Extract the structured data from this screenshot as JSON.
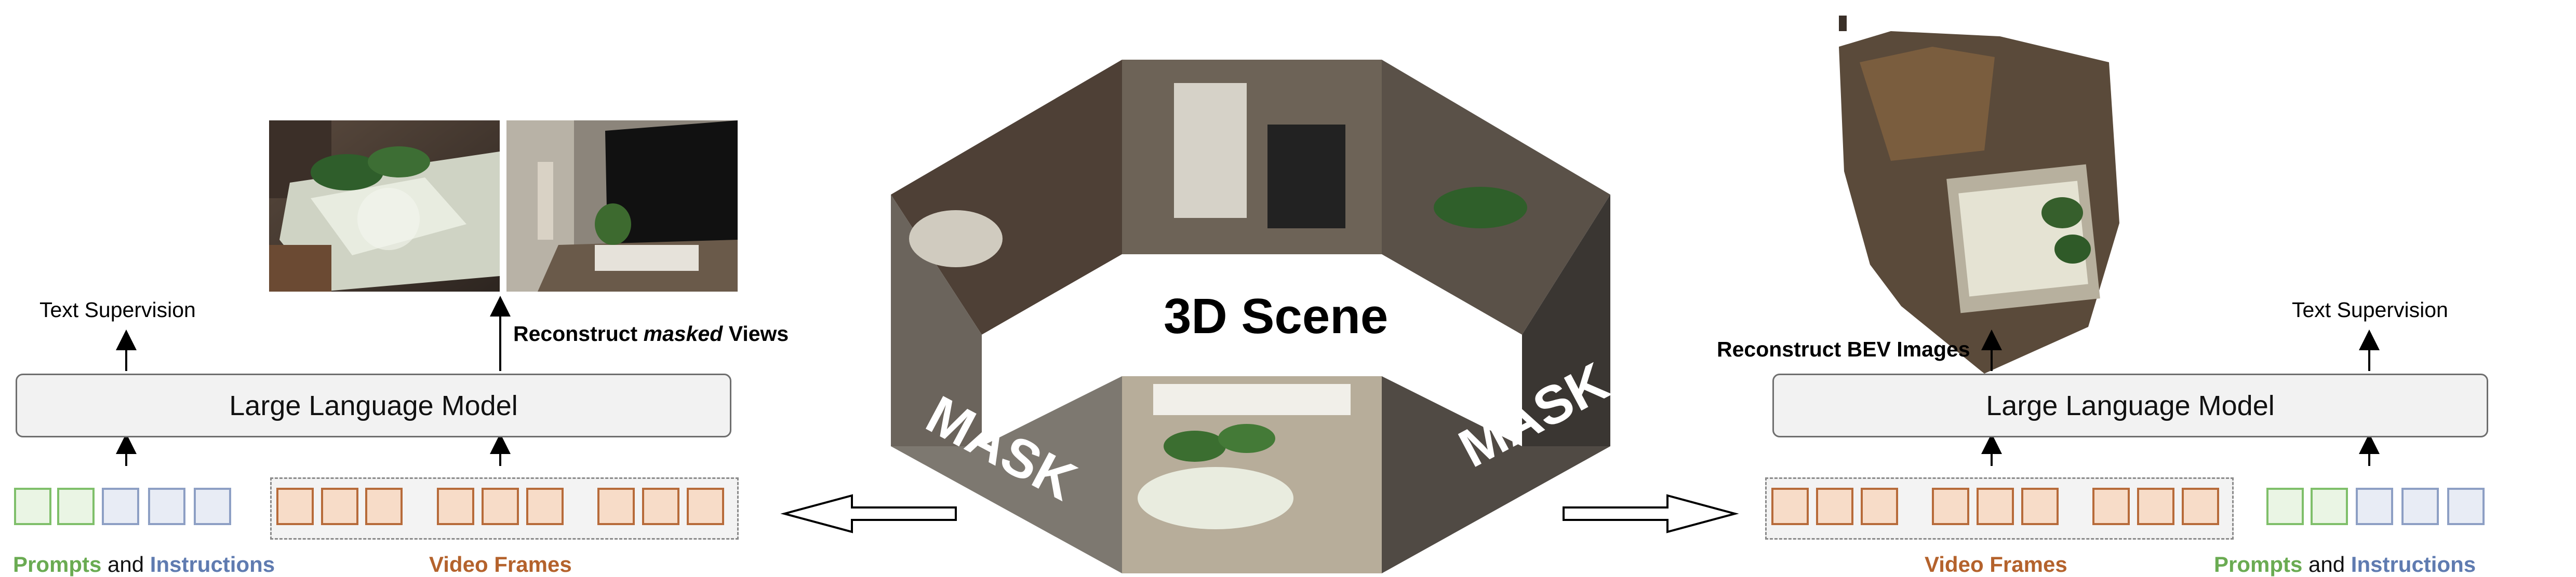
{
  "center": {
    "title": "3D Scene",
    "mask_left": "MASK",
    "mask_right": "MASK"
  },
  "left": {
    "llm_label": "Large Language Model",
    "text_supervision": "Text Supervision",
    "reconstruct_prefix": "Reconstruct ",
    "reconstruct_emph": "masked",
    "reconstruct_suffix": " Views",
    "legend_prompts": "Prompts",
    "legend_and": "and",
    "legend_instructions": "Instructions",
    "legend_video": "Video Frames"
  },
  "right": {
    "llm_label": "Large Language Model",
    "text_supervision": "Text Supervision",
    "reconstruct": "Reconstruct BEV Images",
    "legend_prompts": "Prompts",
    "legend_and": "and",
    "legend_instructions": "Instructions",
    "legend_video": "Video Frames"
  },
  "colors": {
    "prompts": "#6aab52",
    "instructions": "#5f7bb0",
    "video": "#b4622c"
  }
}
